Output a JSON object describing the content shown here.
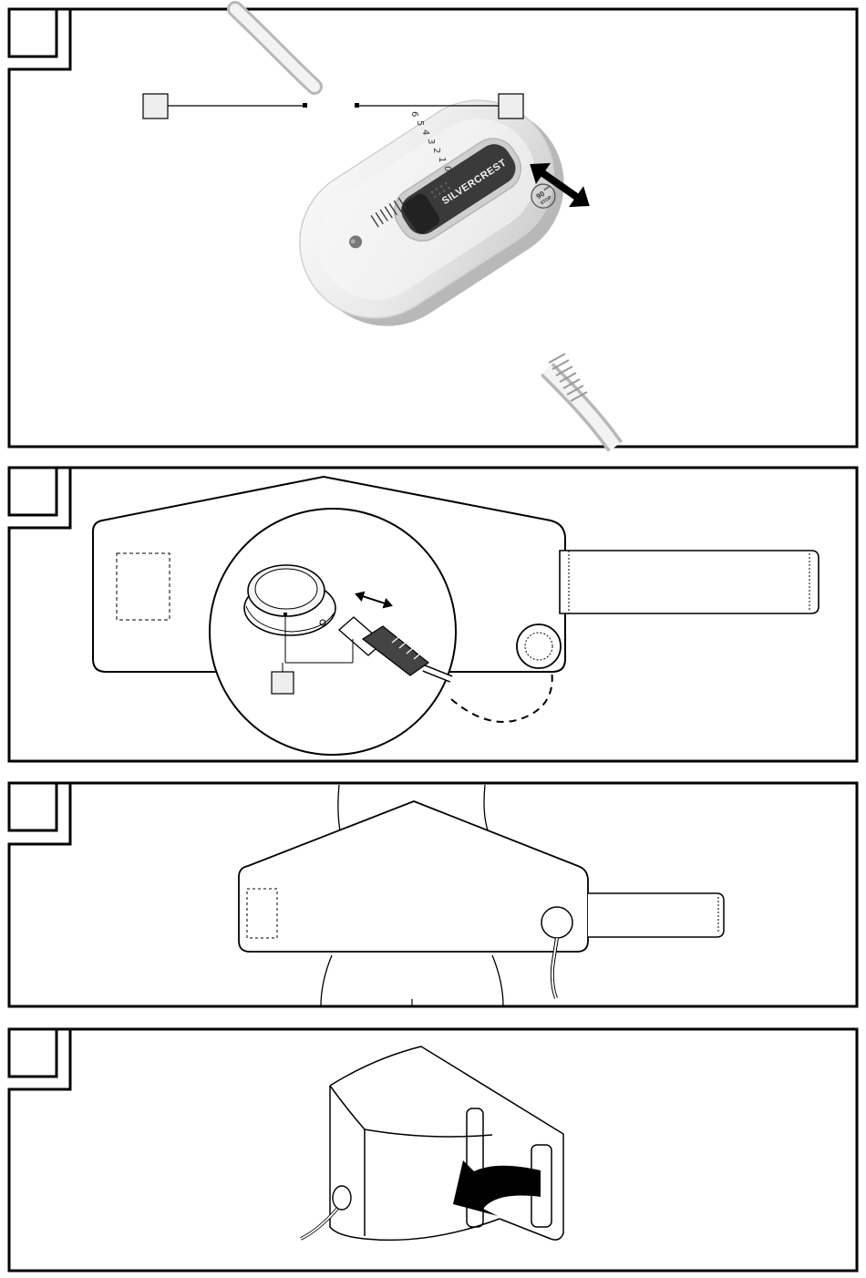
{
  "figures": [
    {
      "id": "fig1",
      "description": "hand-control"
    },
    {
      "id": "fig2",
      "description": "pad-connector"
    },
    {
      "id": "fig3",
      "description": "pad-on-abdomen"
    },
    {
      "id": "fig4",
      "description": "wrap-and-fasten"
    }
  ],
  "control": {
    "brand": "SILVERCREST",
    "scale": [
      "0",
      "1",
      "2",
      "3",
      "4",
      "5",
      "6"
    ],
    "badge_top": "90",
    "badge_sup": "min",
    "badge_bottom": "STOP"
  },
  "colors": {
    "outline": "#000000",
    "body": "#ececec",
    "slider": "#3a3a3a"
  },
  "icons": [
    "double-arrow-icon",
    "curved-arrow-icon"
  ]
}
